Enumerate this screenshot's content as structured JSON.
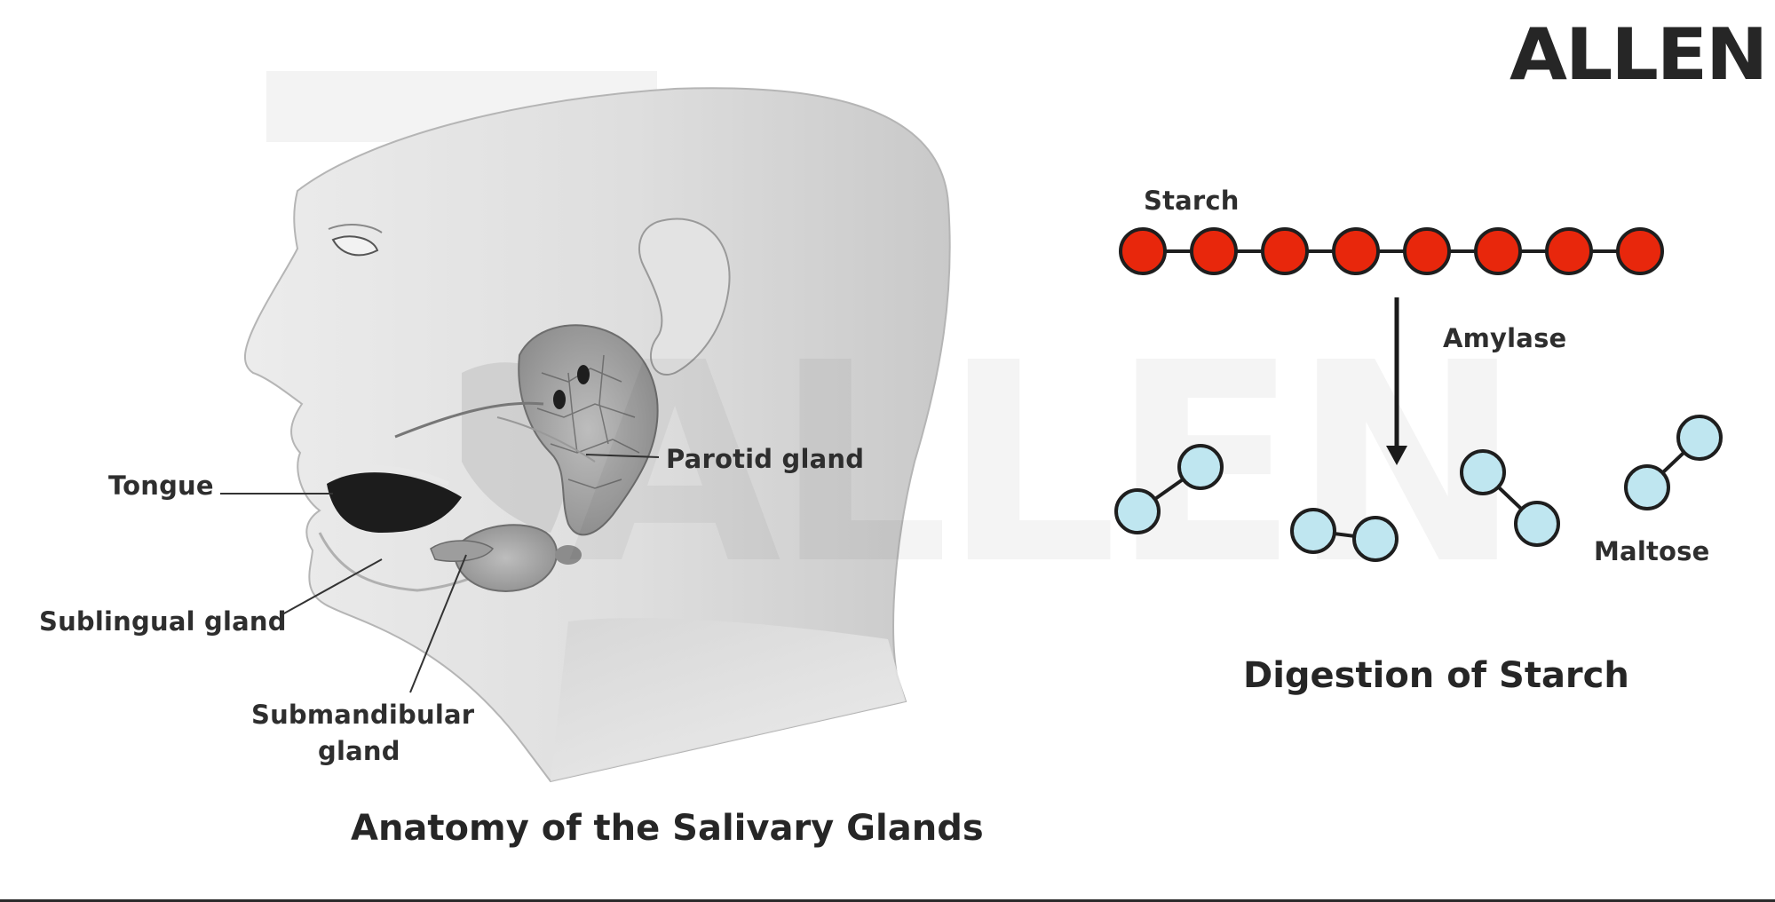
{
  "brand": {
    "logo_text": "ALLEN"
  },
  "left_panel": {
    "title": "Anatomy of the Salivary Glands",
    "labels": {
      "tongue": "Tongue",
      "sublingual": "Sublingual gland",
      "submandibular_line1": "Submandibular",
      "submandibular_line2": "gland",
      "parotid": "Parotid gland"
    }
  },
  "right_panel": {
    "title": "Digestion of Starch",
    "starch_label": "Starch",
    "enzyme_label": "Amylase",
    "product_label": "Maltose",
    "starch_units": 8,
    "maltose_molecules": 4,
    "colors": {
      "starch_bead": "#e8270c",
      "maltose_bead": "#bfe6f0",
      "outline": "#1e1e1e"
    }
  }
}
